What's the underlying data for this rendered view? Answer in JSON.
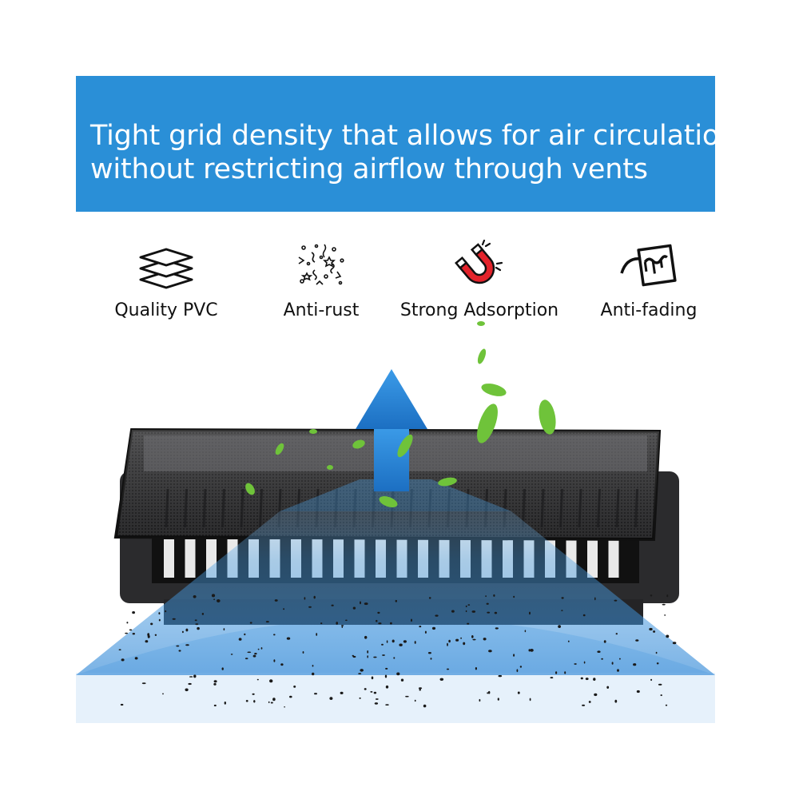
{
  "banner": {
    "line1": "Tight grid density that allows for air circulation",
    "line2": "without restricting airflow through vents",
    "background": "#2a8fd7"
  },
  "features": [
    {
      "icon": "layers-icon",
      "label": "Quality PVC"
    },
    {
      "icon": "rust-particles-icon",
      "label": "Anti-rust"
    },
    {
      "icon": "magnet-icon",
      "label": "Strong Adsorption"
    },
    {
      "icon": "paint-bucket-icon",
      "label": "Anti-fading"
    }
  ],
  "colors": {
    "magnet_red": "#e3232b",
    "airflow_blue": "#2e86d6",
    "leaf_green": "#6fc33a",
    "vent_dark": "#2b2b2d"
  }
}
